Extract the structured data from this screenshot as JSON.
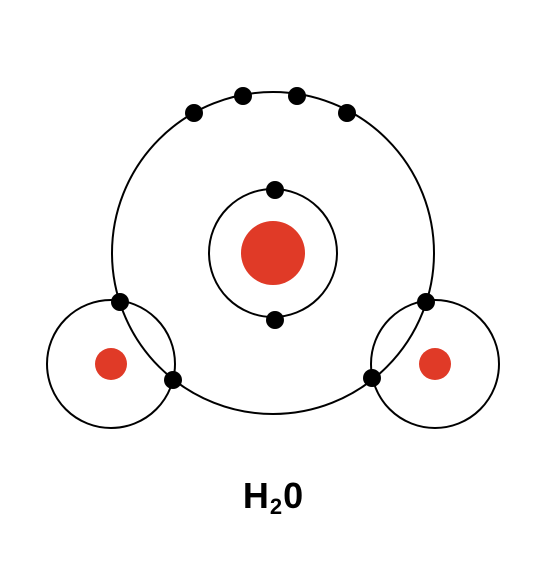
{
  "formula": {
    "element1": "H",
    "subscript": "2",
    "element2": "0"
  },
  "colors": {
    "nucleus": "#e03a27",
    "electron": "#000000",
    "shell": "#000000",
    "background": "#ffffff"
  },
  "icons": {
    "nucleus": "red-filled-circle",
    "electron": "black-filled-circle",
    "shell": "circle-outline"
  }
}
